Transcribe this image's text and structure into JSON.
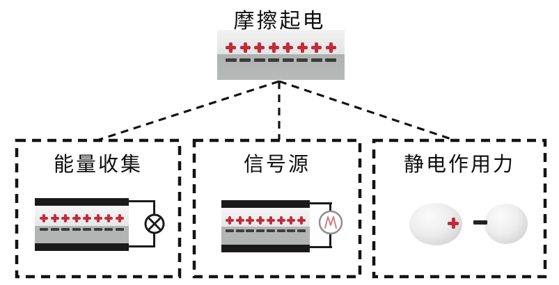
{
  "title": "摩擦起电",
  "source_block": {
    "plus_count": 8,
    "minus_count": 8,
    "plus_symbol": "+",
    "minus_symbol": "−"
  },
  "branches": [
    {
      "label": "能量收集",
      "device": {
        "plus_count": 8,
        "minus_count": 8
      },
      "load_icon": "light-bulb-icon"
    },
    {
      "label": "信号源",
      "device": {
        "plus_count": 8,
        "minus_count": 8
      },
      "load_icon": "signal-meter-icon"
    },
    {
      "label": "静电作用力",
      "positive_symbol": "+",
      "negative_symbol": "−"
    }
  ],
  "colors": {
    "positive_charge": "#c22b3a",
    "negative_charge": "#3c3c3c",
    "electrode": "#1a1a1a",
    "dielectric_light": "#eaeaea",
    "dielectric_dark": "#b3b5b5",
    "meter_waveform": "#cf7f8a",
    "outline": "#131313"
  }
}
